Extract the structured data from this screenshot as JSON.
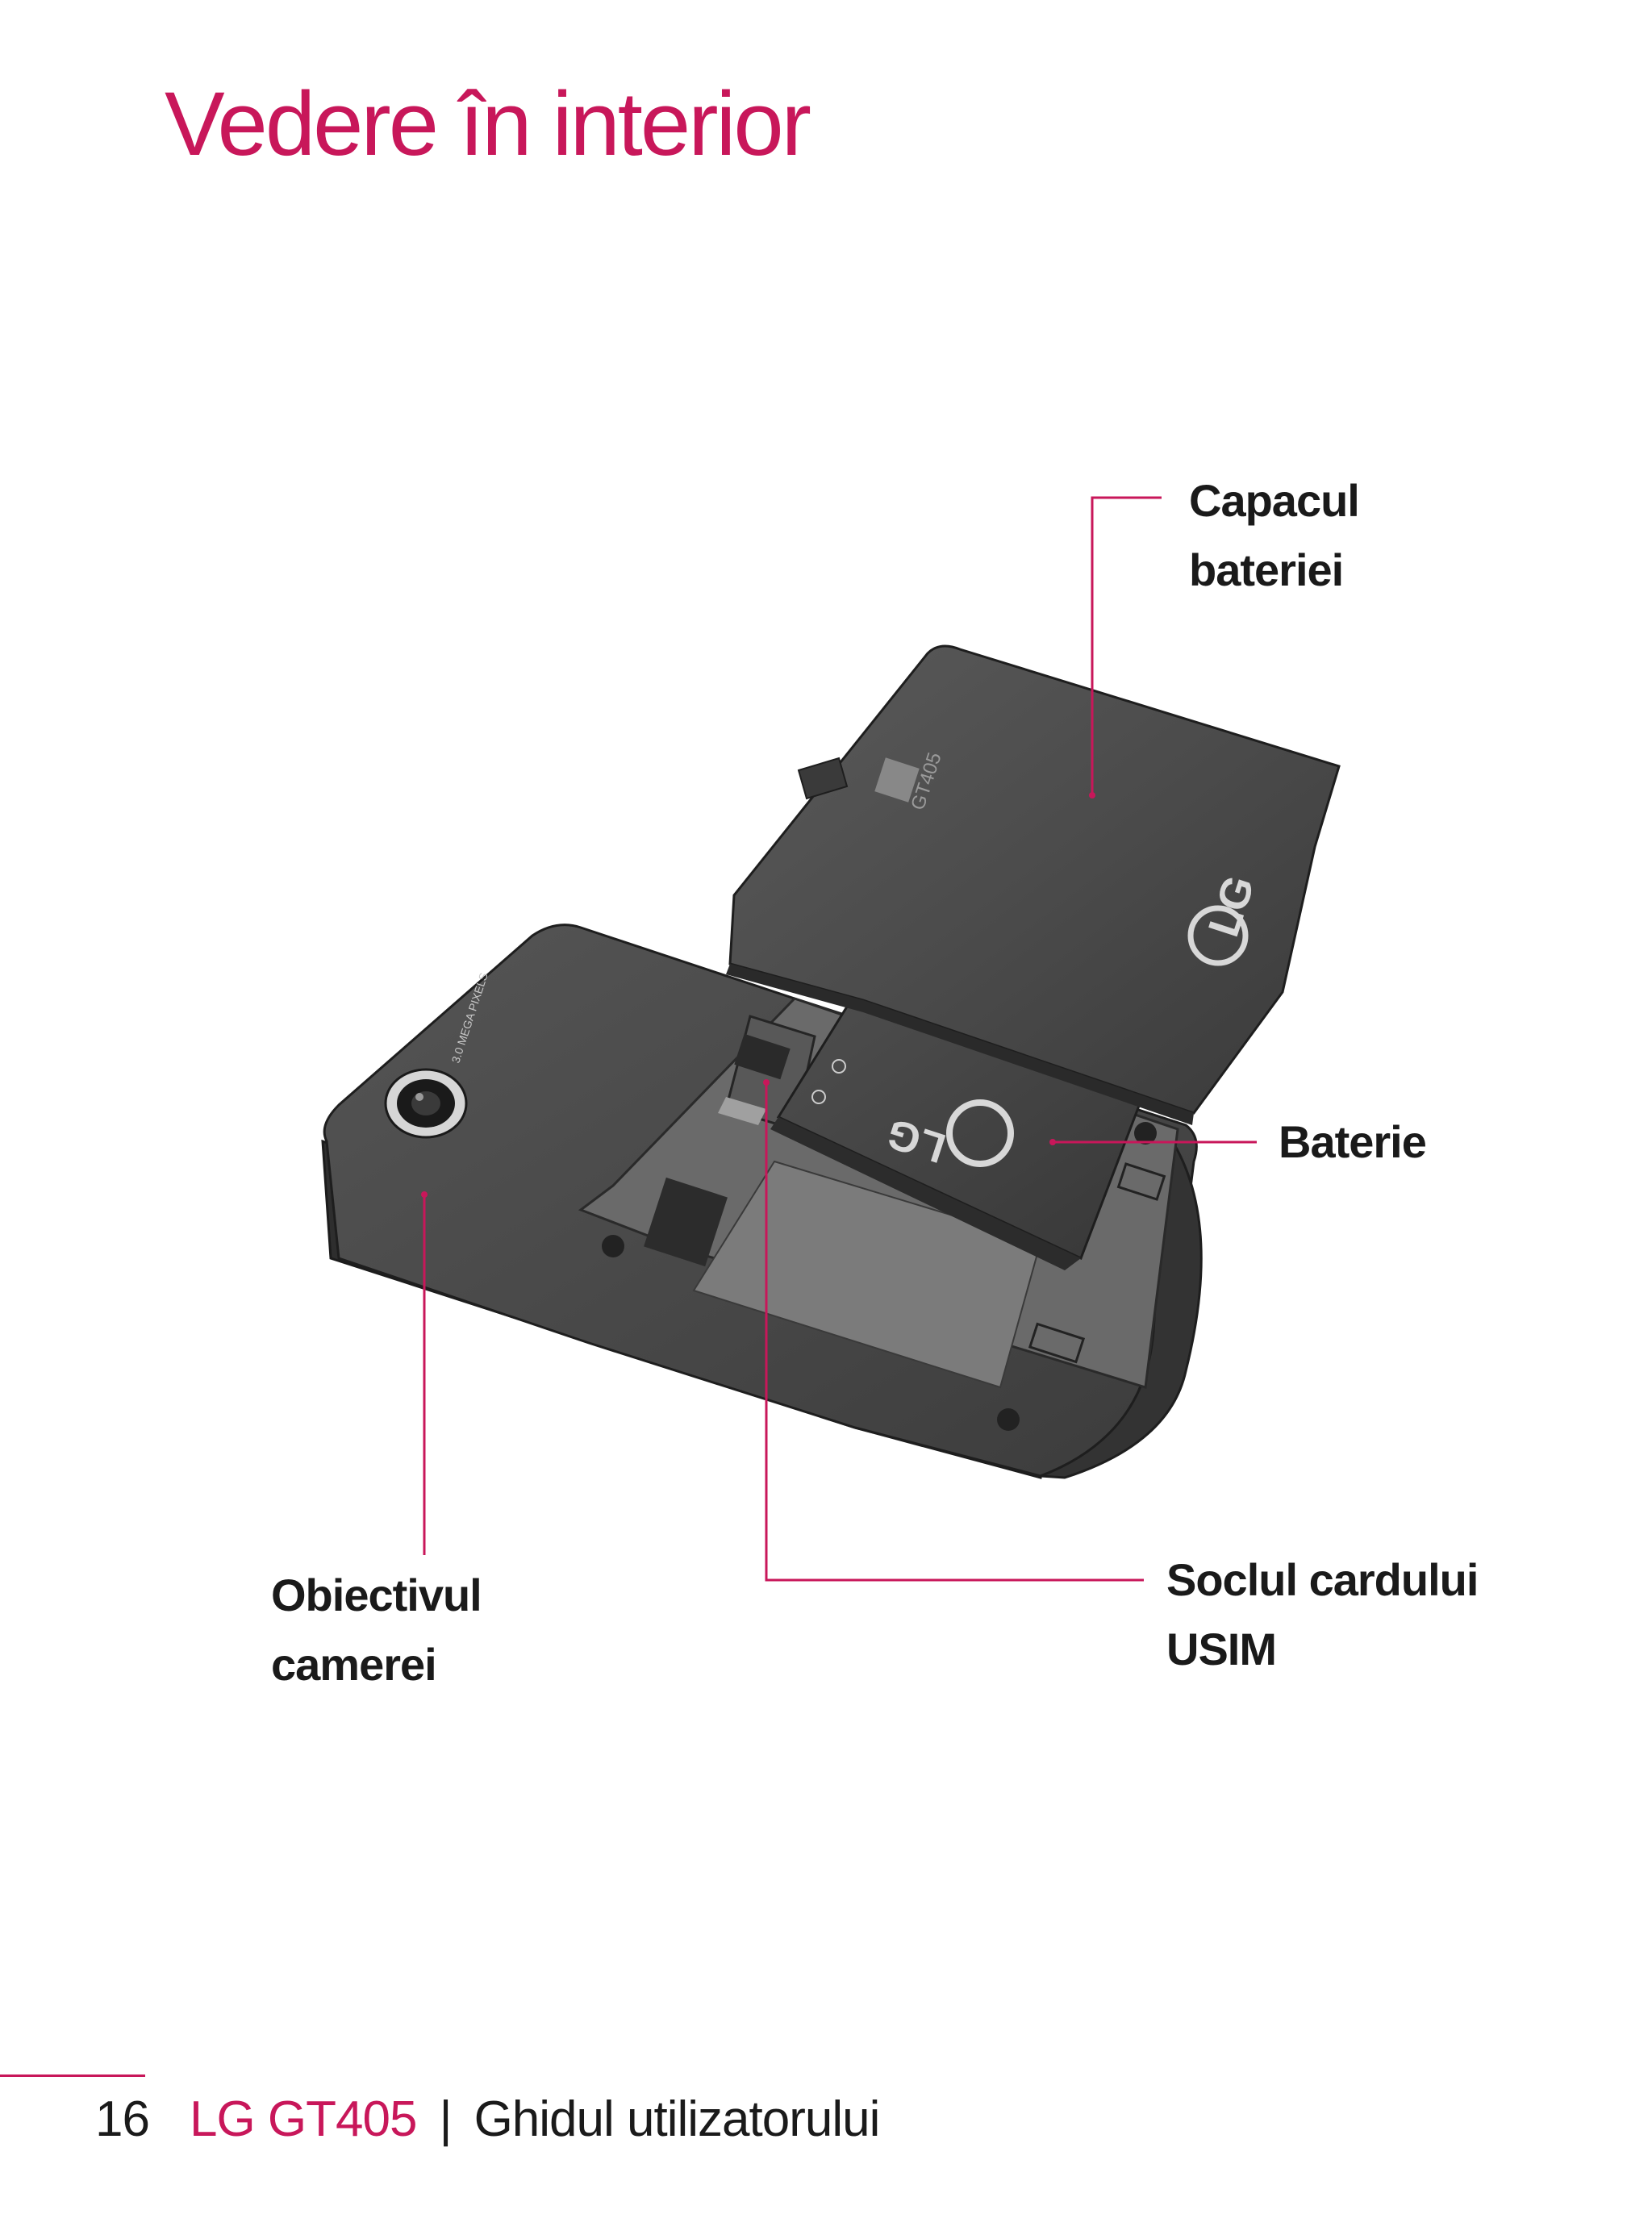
{
  "page_title": "Vedere în interior",
  "callouts": {
    "battery_cover": {
      "line1": "Capacul",
      "line2": "bateriei"
    },
    "battery": {
      "label": "Baterie"
    },
    "usim_slot": {
      "line1": "Soclul cardului",
      "line2": "USIM"
    },
    "camera_lens": {
      "line1": "Obiectivul",
      "line2": "camerei"
    }
  },
  "device_markings": {
    "cover_brand": "LG",
    "cover_model": "GT405",
    "battery_brand": "LG",
    "camera_badge": "3.0 MEGA PIXELS"
  },
  "footer": {
    "page_number": "16",
    "product": "LG GT405",
    "separator": "|",
    "guide_title": "Ghidul utilizatorului"
  },
  "colors": {
    "accent": "#c8175a",
    "text": "#1a1a1a",
    "device_body": "#4a4a4a",
    "device_dark": "#2f2f2f"
  },
  "icons": [
    "camera-lens-icon",
    "lg-logo-icon",
    "usim-slot-icon"
  ]
}
